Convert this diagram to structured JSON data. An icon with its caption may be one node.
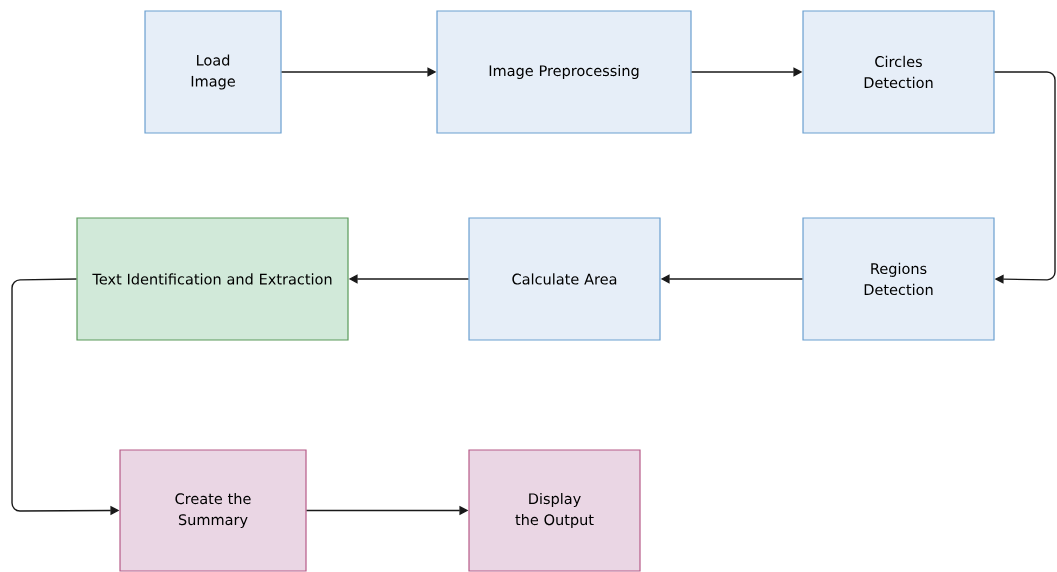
{
  "diagram": {
    "nodes": [
      {
        "text": [
          "Load Image"
        ]
      },
      {
        "text": [
          "Image Preprocessing"
        ]
      },
      {
        "text": [
          "Circles Detection"
        ]
      },
      {
        "text": [
          "Regions Detection"
        ]
      },
      {
        "text": [
          "Calculate Area"
        ]
      },
      {
        "text": [
          "Text Identification and Extraction"
        ]
      },
      {
        "text": [
          "Create the Summary"
        ]
      },
      {
        "text": [
          "Display the Output"
        ]
      }
    ],
    "edges": [
      {
        "from": 0,
        "to": 1,
        "arrow": "to"
      },
      {
        "from": 1,
        "to": 2,
        "arrow": "to"
      },
      {
        "from": 2,
        "to": 3,
        "arrow": "to"
      },
      {
        "from": 3,
        "to": 4,
        "arrow": "to"
      },
      {
        "from": 4,
        "to": 5,
        "arrow": "to"
      },
      {
        "from": 5,
        "to": 6,
        "arrow": "to"
      },
      {
        "from": 6,
        "to": 7,
        "arrow": "to"
      }
    ]
  }
}
